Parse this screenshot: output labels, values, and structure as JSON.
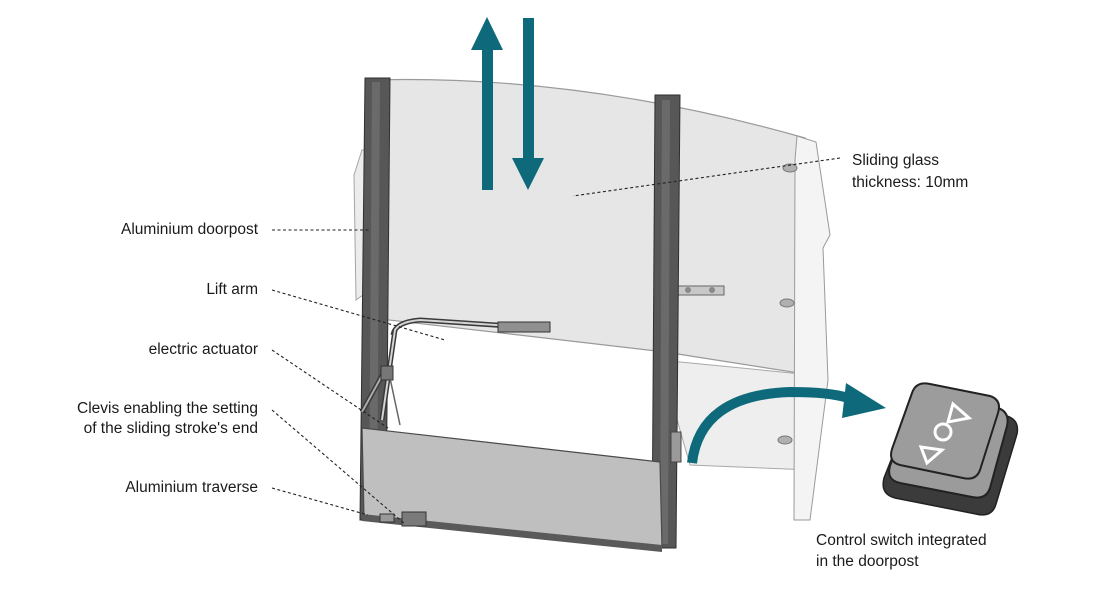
{
  "labels": {
    "doorpost": "Aluminium doorpost",
    "lift_arm": "Lift arm",
    "actuator": "electric actuator",
    "clevis_line1": "Clevis enabling the setting",
    "clevis_line2": "of the sliding stroke's end",
    "traverse": "Aluminium traverse",
    "glass_line1": "Sliding glass",
    "glass_line2": "thickness: 10mm",
    "switch_line1": "Control switch integrated",
    "switch_line2": "in the doorpost"
  },
  "colors": {
    "accent": "#0e6a7a",
    "glass": "#e4e4e4",
    "post": "#555555",
    "traverse": "#bdbdbd",
    "switch_face": "#9b9b9b",
    "switch_base": "#444444"
  },
  "icons": {
    "up_arrow": "arrow-up-icon",
    "down_arrow": "arrow-down-icon",
    "swing_arrow": "curved-arrow-icon",
    "switch": "control-switch-icon"
  }
}
